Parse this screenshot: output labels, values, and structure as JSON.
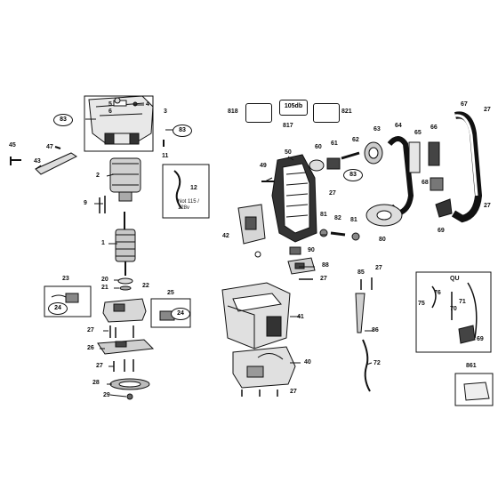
{
  "diagram": {
    "parts": [
      {
        "id": "p5",
        "label": "5"
      },
      {
        "id": "p4",
        "label": "4"
      },
      {
        "id": "p6",
        "label": "6"
      },
      {
        "id": "p3",
        "label": "3"
      },
      {
        "id": "p83a",
        "label": "83"
      },
      {
        "id": "p83b",
        "label": "83"
      },
      {
        "id": "p83c",
        "label": "83"
      },
      {
        "id": "p45",
        "label": "45"
      },
      {
        "id": "p47",
        "label": "47"
      },
      {
        "id": "p43",
        "label": "43"
      },
      {
        "id": "p11",
        "label": "11"
      },
      {
        "id": "p2",
        "label": "2"
      },
      {
        "id": "p12",
        "label": "12"
      },
      {
        "id": "p9",
        "label": "9"
      },
      {
        "id": "p1",
        "label": "1"
      },
      {
        "id": "p20",
        "label": "20"
      },
      {
        "id": "p21",
        "label": "21"
      },
      {
        "id": "p23",
        "label": "23"
      },
      {
        "id": "p24a",
        "label": "24"
      },
      {
        "id": "p22",
        "label": "22"
      },
      {
        "id": "p25",
        "label": "25"
      },
      {
        "id": "p24b",
        "label": "24"
      },
      {
        "id": "p27a",
        "label": "27"
      },
      {
        "id": "p26",
        "label": "26"
      },
      {
        "id": "p27b",
        "label": "27"
      },
      {
        "id": "p28",
        "label": "28"
      },
      {
        "id": "p29",
        "label": "29"
      },
      {
        "id": "p818",
        "label": "818"
      },
      {
        "id": "p817",
        "label": "817"
      },
      {
        "id": "p821",
        "label": "821"
      },
      {
        "id": "p67",
        "label": "67"
      },
      {
        "id": "p27c",
        "label": "27"
      },
      {
        "id": "p64",
        "label": "64"
      },
      {
        "id": "p63",
        "label": "63"
      },
      {
        "id": "p62",
        "label": "62"
      },
      {
        "id": "p61",
        "label": "61"
      },
      {
        "id": "p60",
        "label": "60"
      },
      {
        "id": "p65",
        "label": "65"
      },
      {
        "id": "p66",
        "label": "66"
      },
      {
        "id": "p49",
        "label": "49"
      },
      {
        "id": "p50",
        "label": "50"
      },
      {
        "id": "p27d",
        "label": "27"
      },
      {
        "id": "p68",
        "label": "68"
      },
      {
        "id": "p27e",
        "label": "27"
      },
      {
        "id": "p69a",
        "label": "69"
      },
      {
        "id": "p42",
        "label": "42"
      },
      {
        "id": "p81a",
        "label": "81"
      },
      {
        "id": "p82",
        "label": "82"
      },
      {
        "id": "p81b",
        "label": "81"
      },
      {
        "id": "p80",
        "label": "80"
      },
      {
        "id": "p90",
        "label": "90"
      },
      {
        "id": "p88",
        "label": "88"
      },
      {
        "id": "p27f",
        "label": "27"
      },
      {
        "id": "p85",
        "label": "85"
      },
      {
        "id": "p27g",
        "label": "27"
      },
      {
        "id": "p41",
        "label": "41"
      },
      {
        "id": "p86",
        "label": "86"
      },
      {
        "id": "p72",
        "label": "72"
      },
      {
        "id": "p40",
        "label": "40"
      },
      {
        "id": "p27h",
        "label": "27"
      },
      {
        "id": "p75",
        "label": "75"
      },
      {
        "id": "p76",
        "label": "76"
      },
      {
        "id": "p70",
        "label": "70"
      },
      {
        "id": "p71",
        "label": "71"
      },
      {
        "id": "p69b",
        "label": "69"
      },
      {
        "id": "p861",
        "label": "861"
      }
    ],
    "labels": {
      "plate_105db": "105db",
      "note_12": "Not 115 / 128v",
      "qu": "QU"
    }
  }
}
